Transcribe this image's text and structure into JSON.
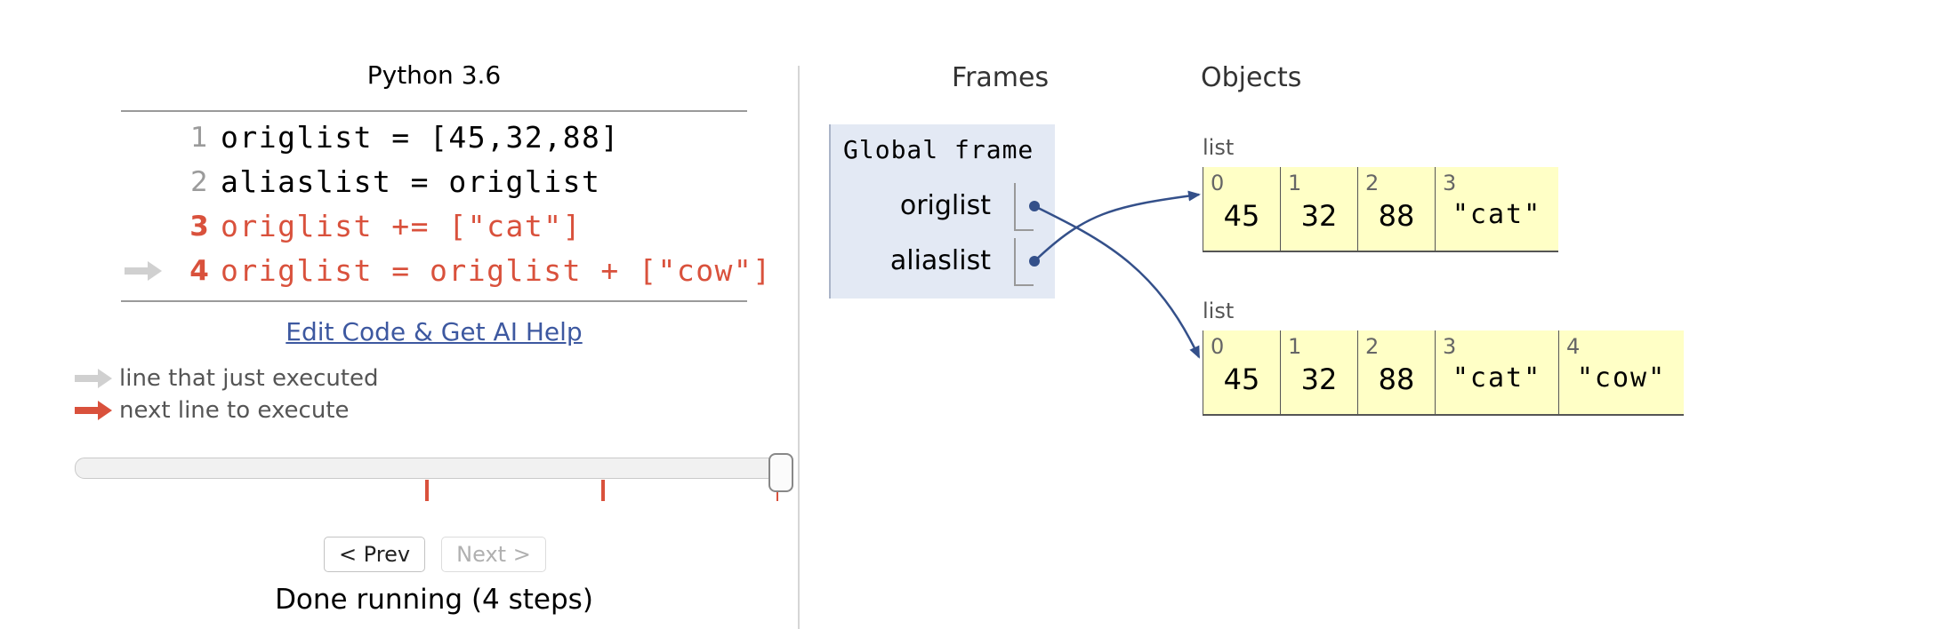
{
  "language": "Python 3.6",
  "code_lines": [
    {
      "num": "1",
      "text": "origlist = [45,32,88]"
    },
    {
      "num": "2",
      "text": "aliaslist = origlist"
    },
    {
      "num": "3",
      "text": "origlist += [\"cat\"]"
    },
    {
      "num": "4",
      "text": "origlist = origlist + [\"cow\"]"
    }
  ],
  "edit_link": "Edit Code & Get AI Help",
  "legend": {
    "just_executed": "line that just executed",
    "next_to_execute": "next line to execute"
  },
  "nav": {
    "prev_label": "< Prev",
    "next_label": "Next >",
    "status": "Done running (4 steps)"
  },
  "viz": {
    "frames_heading": "Frames",
    "objects_heading": "Objects",
    "frame_title": "Global frame",
    "variables": [
      "origlist",
      "aliaslist"
    ],
    "objects": [
      {
        "type": "list",
        "items": [
          {
            "index": "0",
            "value": "45"
          },
          {
            "index": "1",
            "value": "32"
          },
          {
            "index": "2",
            "value": "88"
          },
          {
            "index": "3",
            "value": "\"cat\""
          }
        ]
      },
      {
        "type": "list",
        "items": [
          {
            "index": "0",
            "value": "45"
          },
          {
            "index": "1",
            "value": "32"
          },
          {
            "index": "2",
            "value": "88"
          },
          {
            "index": "3",
            "value": "\"cat\""
          },
          {
            "index": "4",
            "value": "\"cow\""
          }
        ]
      }
    ]
  },
  "colors": {
    "accent_red": "#d9513c",
    "link_blue": "#3d58a0",
    "frame_bg": "#e3e9f4",
    "object_bg": "#ffffc6",
    "pointer": "#34508a",
    "light_arrow": "#d0d0d0"
  },
  "icons": {
    "just_executed": "light-gray-arrow-icon",
    "next_to_execute": "red-arrow-icon"
  }
}
